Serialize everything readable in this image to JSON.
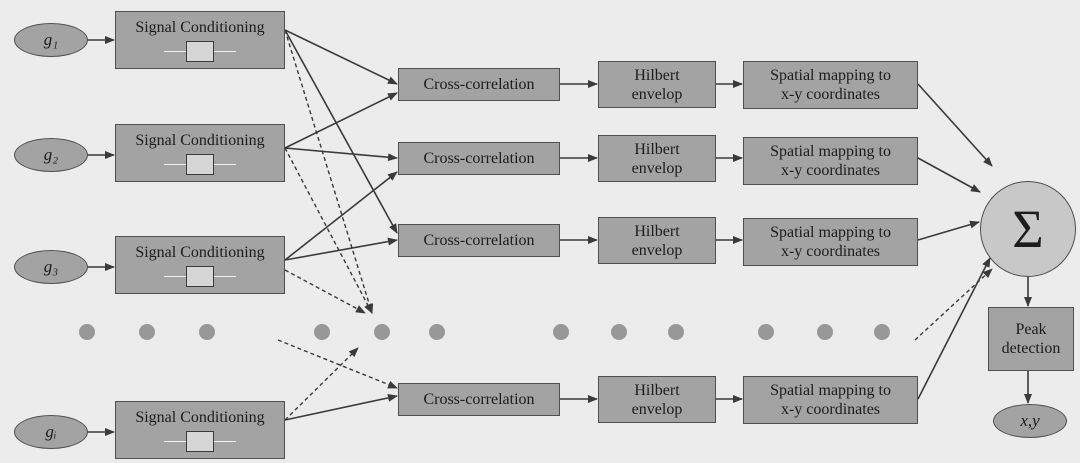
{
  "inputs": [
    "g₁",
    "g₂",
    "g₃",
    "gᵢ"
  ],
  "signal_conditioning_label": "Signal Conditioning",
  "cross_correlation_label": "Cross-correlation",
  "hilbert_label": [
    "Hilbert",
    "envelop"
  ],
  "spatial_mapping_label": [
    "Spatial mapping to",
    "x-y coordinates"
  ],
  "sum_symbol": "Σ",
  "peak_detection_label": [
    "Peak",
    "detection"
  ],
  "output_label": "x,y",
  "filter_icon": "filter-icon"
}
